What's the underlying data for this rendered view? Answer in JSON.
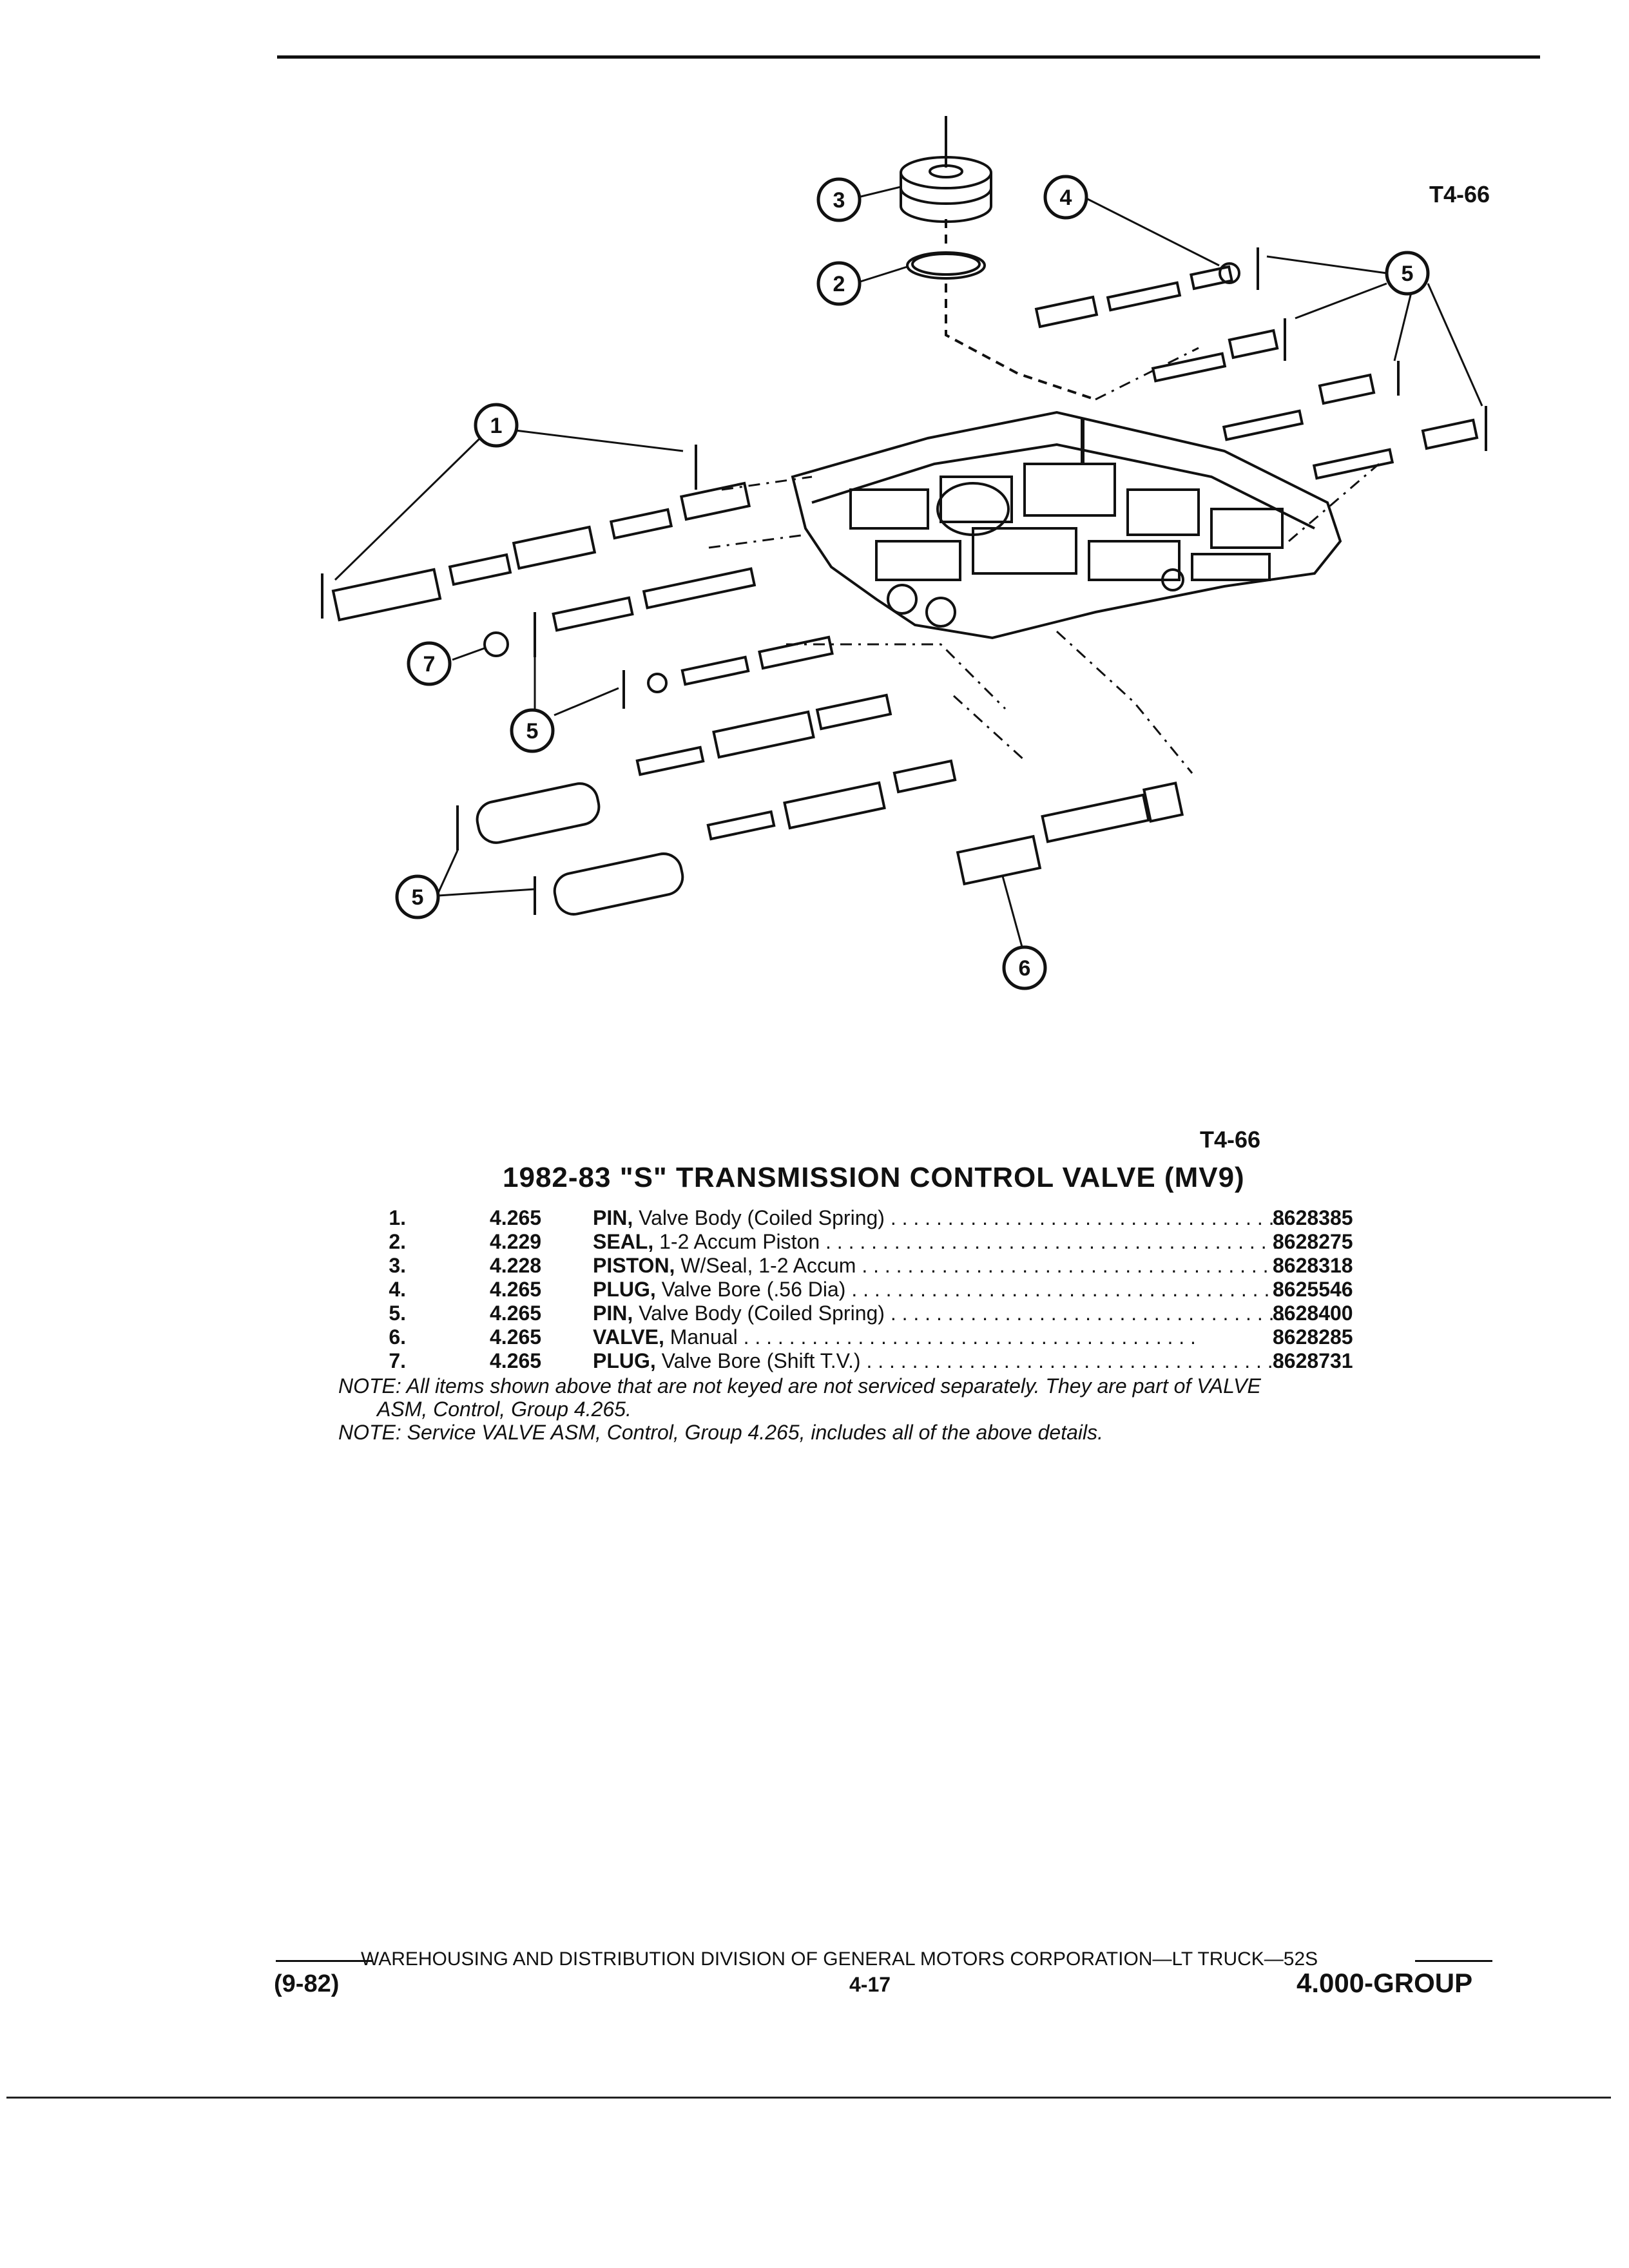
{
  "figure": {
    "code_top": "T4-66",
    "code_bottom": "T4-66",
    "callouts": [
      "1",
      "2",
      "3",
      "4",
      "5",
      "5",
      "5",
      "6",
      "7"
    ]
  },
  "title": "1982-83 \"S\" TRANSMISSION CONTROL VALVE (MV9)",
  "parts": [
    {
      "num": "1.",
      "group": "4.265",
      "name": "PIN,",
      "desc": "Valve Body (Coiled Spring)",
      "part": "8628385"
    },
    {
      "num": "2.",
      "group": "4.229",
      "name": "SEAL,",
      "desc": "1-2 Accum Piston",
      "part": "8628275"
    },
    {
      "num": "3.",
      "group": "4.228",
      "name": "PISTON,",
      "desc": "W/Seal, 1-2 Accum",
      "part": "8628318"
    },
    {
      "num": "4.",
      "group": "4.265",
      "name": "PLUG,",
      "desc": "Valve Bore (.56 Dia)",
      "part": "8625546"
    },
    {
      "num": "5.",
      "group": "4.265",
      "name": "PIN,",
      "desc": "Valve Body (Coiled Spring)",
      "part": "8628400"
    },
    {
      "num": "6.",
      "group": "4.265",
      "name": "VALVE,",
      "desc": "Manual",
      "part": "8628285"
    },
    {
      "num": "7.",
      "group": "4.265",
      "name": "PLUG,",
      "desc": "Valve Bore (Shift T.V.)",
      "part": "8628731"
    }
  ],
  "notes": {
    "note1_line1": "NOTE: All items shown above that are not keyed are not serviced separately. They are part of VALVE",
    "note1_line2": "ASM, Control, Group 4.265.",
    "note2": "NOTE: Service VALVE ASM, Control, Group 4.265, includes all of the above details."
  },
  "footer": {
    "line": "WAREHOUSING AND DISTRIBUTION  DIVISION OF GENERAL MOTORS CORPORATION—LT TRUCK—52S",
    "date": "(9-82)",
    "page": "4-17",
    "group": "4.000-GROUP"
  }
}
